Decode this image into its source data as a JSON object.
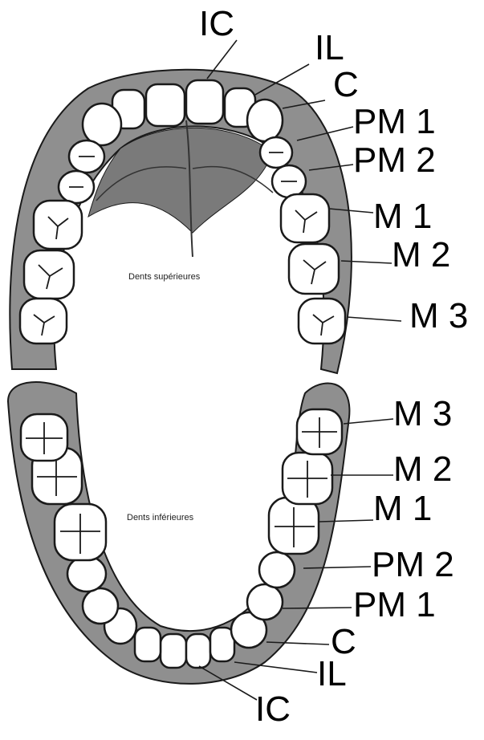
{
  "upper": {
    "caption": "Dents supérieures",
    "labels": [
      "IC",
      "IL",
      "C",
      "PM 1",
      "PM 2",
      "M 1",
      "M 2",
      "M 3"
    ]
  },
  "lower": {
    "caption": "Dents inférieures",
    "labels": [
      "M 3",
      "M 2",
      "M 1",
      "PM 2",
      "PM 1",
      "C",
      "IL",
      "IC"
    ]
  },
  "colors": {
    "gum": "#8f8f8f",
    "outline": "#1a1a1a",
    "tooth": "#ffffff",
    "palate": "#7a7a7a"
  }
}
